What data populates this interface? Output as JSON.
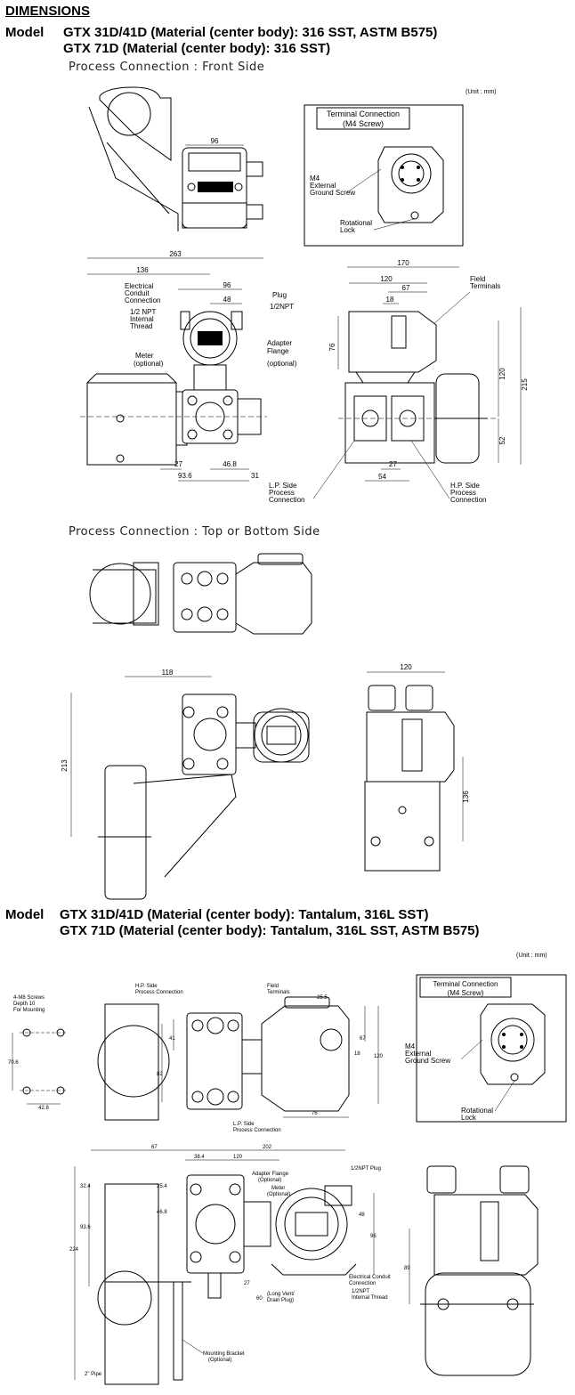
{
  "title": "DIMENSIONS",
  "section1": {
    "model_label": "Model",
    "model_line1": "GTX 31D/41D (Material (center body): 316 SST, ASTM B575)",
    "model_line2": "GTX 71D (Material (center body): 316 SST)",
    "front_heading": "Process Connection : Front Side",
    "unit": "(Unit : mm)",
    "terminal_box": {
      "line1": "Terminal Connection",
      "line2": "(M4 Screw)"
    },
    "labels": {
      "m4_1": "M4",
      "m4_2": "External",
      "m4_3": "Ground Screw",
      "rot_1": "Rotational",
      "rot_2": "Lock",
      "ec_1": "Electrical",
      "ec_2": "Conduit",
      "ec_3": "Connection",
      "npt_1": "1/2 NPT",
      "npt_2": "Internal",
      "npt_3": "Thread",
      "meter_1": "Meter",
      "meter_2": "(optional)",
      "plug_1": "Plug",
      "plug_2": "1/2NPT",
      "af_1": "Adapter",
      "af_2": "Flange",
      "af_3": "(optional)",
      "ft_1": "Field",
      "ft_2": "Terminals",
      "lp_1": "L.P. Side",
      "lp_2": "Process",
      "lp_3": "Connection",
      "hp_1": "H.P. Side",
      "hp_2": "Process",
      "hp_3": "Connection"
    },
    "dims": {
      "d96a": "96",
      "d263": "263",
      "d136": "136",
      "d96b": "96",
      "d48": "48",
      "d27a": "27",
      "d46_8": "46.8",
      "d31": "31",
      "d93_6": "93.6",
      "d170": "170",
      "d120": "120",
      "d67": "67",
      "d18": "18",
      "d76": "76",
      "d120v": "120",
      "d215": "215",
      "d52": "52",
      "d27b": "27",
      "d54": "54"
    },
    "top_heading": "Process Connection : Top or Bottom Side",
    "dims2": {
      "d118": "118",
      "d213": "213",
      "d120": "120",
      "d136": "136"
    }
  },
  "section2": {
    "model_label": "Model",
    "model_line1": "GTX 31D/41D (Material (center body): Tantalum, 316L SST)",
    "model_line2": "GTX 71D (Material (center body): Tantalum, 316L SST, ASTM B575)",
    "unit": "(Unit : mm)",
    "terminal_box": {
      "line1": "Terminal Connection",
      "line2": "(M4 Screw)"
    },
    "labels": {
      "m8_1": "4-M8 Screws",
      "m8_2": "Depth 10",
      "m8_3": "For Mounting",
      "hp_1": "H.P. Side",
      "hp_2": "Process Connection",
      "ft_1": "Field",
      "ft_2": "Terminals",
      "lp_1": "L.P. Side",
      "lp_2": "Process Connection",
      "m4_1": "M4",
      "m4_2": "External",
      "m4_3": "Ground Screw",
      "rot_1": "Rotational",
      "rot_2": "Lock",
      "plug": "1/2NPT Plug",
      "af_1": "Adapter Flange",
      "af_2": "(Optional)",
      "meter_1": "Meter",
      "meter_2": "(Optional)",
      "lv_1": "(Long Vent/",
      "lv_2": "Drain Plug)",
      "ec_1": "Electrical Conduit",
      "ec_2": "Connection",
      "npt_1": "1/2NPT",
      "npt_2": "Internal Thread",
      "mb_1": "Mounting Bracket",
      "mb_2": "(Optional)",
      "pipe": "2\" Pipe"
    },
    "dims": {
      "d70_6": "70.6",
      "d42_8": "42.8",
      "d41": "41",
      "d82": "82",
      "d25_5": "25.5",
      "d67a": "67",
      "d18": "18",
      "d120v": "120",
      "d76": "76",
      "d67b": "67",
      "d202": "202",
      "d38_4": "38.4",
      "d120h": "120",
      "d32_4": "32.4",
      "d25_4": "25.4",
      "d46_8": "46.8",
      "d93_6": "93.6",
      "d224": "224",
      "d27": "27",
      "d60": "60",
      "d48": "48",
      "d96": "96",
      "d89": "89"
    }
  }
}
